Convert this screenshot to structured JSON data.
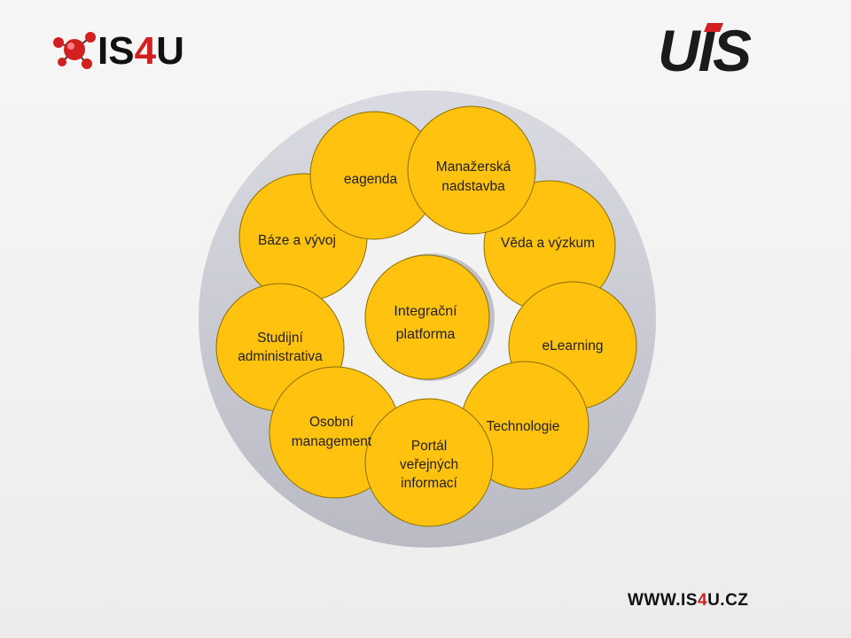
{
  "header": {
    "logo_left": "IS4U",
    "logo_right": "UIS"
  },
  "diagram": {
    "center": {
      "line1": "Integrační",
      "line2": "platforma"
    },
    "nodes": {
      "eagenda": "eagenda",
      "manazerska_1": "Manažerská",
      "manazerska_2": "nadstavba",
      "baze": "Báze a vývoj",
      "veda": "Věda a výzkum",
      "studijni_1": "Studijní",
      "studijni_2": "administrativa",
      "elearning": "eLearning",
      "osobni_1": "Osobní",
      "osobni_2": "management",
      "portal_1": "Portál",
      "portal_2": "veřejných",
      "portal_3": "informací",
      "technologie": "Technologie"
    }
  },
  "footer": {
    "url": "WWW.IS4U.CZ"
  },
  "colors": {
    "circle_fill": "#ffc20e",
    "circle_stroke": "#8a6d00",
    "ring_gray": "#c8c8d0",
    "is4u_red": "#d21f1f"
  }
}
